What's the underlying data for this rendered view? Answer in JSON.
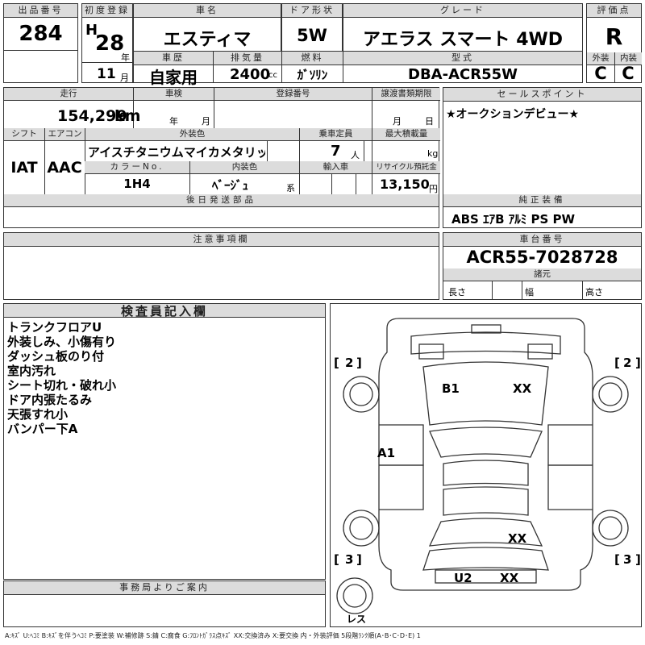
{
  "header": {
    "lot_label": "出品番号",
    "lot_no": "284",
    "reg_label": "初度登録",
    "era": "H",
    "year": "28",
    "year_unit": "年",
    "month": "11",
    "month_unit": "月",
    "name_label": "車名",
    "name": "エスティマ",
    "door_label": "ドア形状",
    "door": "5W",
    "grade_label": "グレード",
    "grade": "アエラス スマート 4WD",
    "score_label": "評価点",
    "score": "R",
    "history_label": "車歴",
    "history": "自家用",
    "disp_label": "排気量",
    "disp": "2400",
    "disp_unit": "cc",
    "fuel_label": "燃料",
    "fuel": "ｶﾞｿﾘﾝ",
    "model_label": "型式",
    "model": "DBA-ACR55W",
    "ext_label": "外装",
    "ext": "C",
    "int_label": "内装",
    "int": "C"
  },
  "row2": {
    "mileage_label": "走行",
    "mileage": "154,299",
    "mileage_unit": "km",
    "inspection_label": "車検",
    "insp_year": "年",
    "insp_month": "月",
    "regno_label": "登録番号",
    "transfer_label": "譲渡書類期限",
    "transfer_month": "月",
    "transfer_day": "日",
    "shift_label": "シフト",
    "shift": "IAT",
    "ac_label": "エアコン",
    "ac": "AAC",
    "color_label": "外装色",
    "color": "アイスチタニウムマイカメタリック",
    "capacity_label": "乗車定員",
    "capacity": "7",
    "capacity_unit": "人",
    "load_label": "最大積載量",
    "load_unit": "kg",
    "colorno_label": "カラーNo.",
    "colorno": "1H4",
    "intcolor_label": "内装色",
    "intcolor": "ﾍﾞｰｼﾞｭ",
    "intcolor_unit": "系",
    "import_label": "輸入車",
    "recycle_label": "リサイクル預託金",
    "recycle": "13,150",
    "recycle_unit": "円",
    "later_label": "後日発送部品"
  },
  "sales": {
    "label": "セールスポイント",
    "text": "★オークションデビュー★"
  },
  "equip": {
    "label": "純正装備",
    "text": "ABS ｴｱB ｱﾙﾐ PS PW"
  },
  "notes": {
    "label": "注意事項欄"
  },
  "chassis": {
    "label": "車台番号",
    "value": "ACR55-7028728",
    "dims_label": "諸元",
    "length": "長さ",
    "width": "幅",
    "height": "高さ"
  },
  "inspector": {
    "label": "検査員記入欄",
    "remarks": [
      "トランクフロアU",
      "外装しみ、小傷有り",
      "ダッシュ板のり付",
      "室内汚れ",
      "シート切れ・破れ小",
      "ドア内張たるみ",
      "天張すれ小",
      "バンパー下A"
    ]
  },
  "office": {
    "label": "事務局よりご案内"
  },
  "diagram": {
    "tire_fl": "2",
    "tire_fr": "2",
    "tire_rl": "3",
    "tire_rr": "3",
    "spare": "レス",
    "marks": [
      "B1",
      "XX",
      "A1",
      "XX",
      "U2",
      "XX"
    ]
  },
  "legend": "A:ｷｽﾞ U:ﾍｺﾐ B:ｷｽﾞを伴うﾍｺﾐ P:要塗装 W:補修跡 S:錆 C:腐食 G:ﾌﾛﾝﾄｶﾞﾗｽ点ｷｽﾞ XX:交換済み X:要交換 内・外装評価 5段階ﾗﾝｸ順(A･B･C･D･E) 1"
}
